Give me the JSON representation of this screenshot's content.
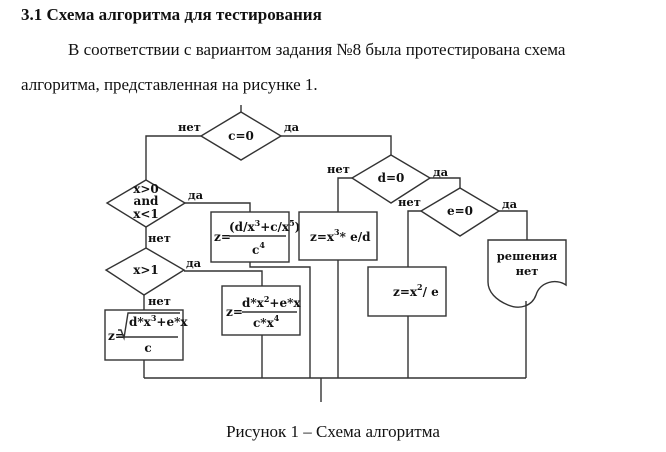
{
  "document": {
    "heading": "3.1 Схема алгоритма для тестирования",
    "paragraph_line1": "В соответствии с вариантом задания №8 была протестирована схема",
    "paragraph_line2": "алгоритма, представленная на рисунке 1.",
    "caption": "Рисунок 1 – Схема алгоритма"
  },
  "flowchart": {
    "labels": {
      "yes": "да",
      "no": "нет"
    },
    "decisions": {
      "c_zero": "c=0",
      "d_zero": "d=0",
      "e_zero": "e=0",
      "range_line1": "x>0",
      "range_line2": "and",
      "range_line3": "x<1",
      "x_gt_1": "x>1"
    },
    "processes": {
      "f1": {
        "lhs": "z=",
        "num": "(d/x³+c/x⁵)",
        "num_a": "(d/x",
        "num_b": "+c/x",
        "num_c": ")",
        "sup1": "3",
        "sup2": "5",
        "den": "c",
        "den_sup": "4"
      },
      "f2": {
        "a": "z=x",
        "sup": "3",
        "b": "* e/d"
      },
      "f3": {
        "lhs": "z=",
        "num_a": "d*x",
        "sup1": "2",
        "num_b": "+e*x",
        "den_a": "c*x",
        "den_sup": "4"
      },
      "f4": {
        "lhs": "z=",
        "num_a": "d*x",
        "sup1": "3",
        "num_b": "+e*x",
        "den": "c"
      },
      "f5": {
        "a": "z=x",
        "sup": "2",
        "b": "/ e"
      }
    },
    "terminal_doc": {
      "line1": "решения",
      "line2": "нет"
    }
  }
}
